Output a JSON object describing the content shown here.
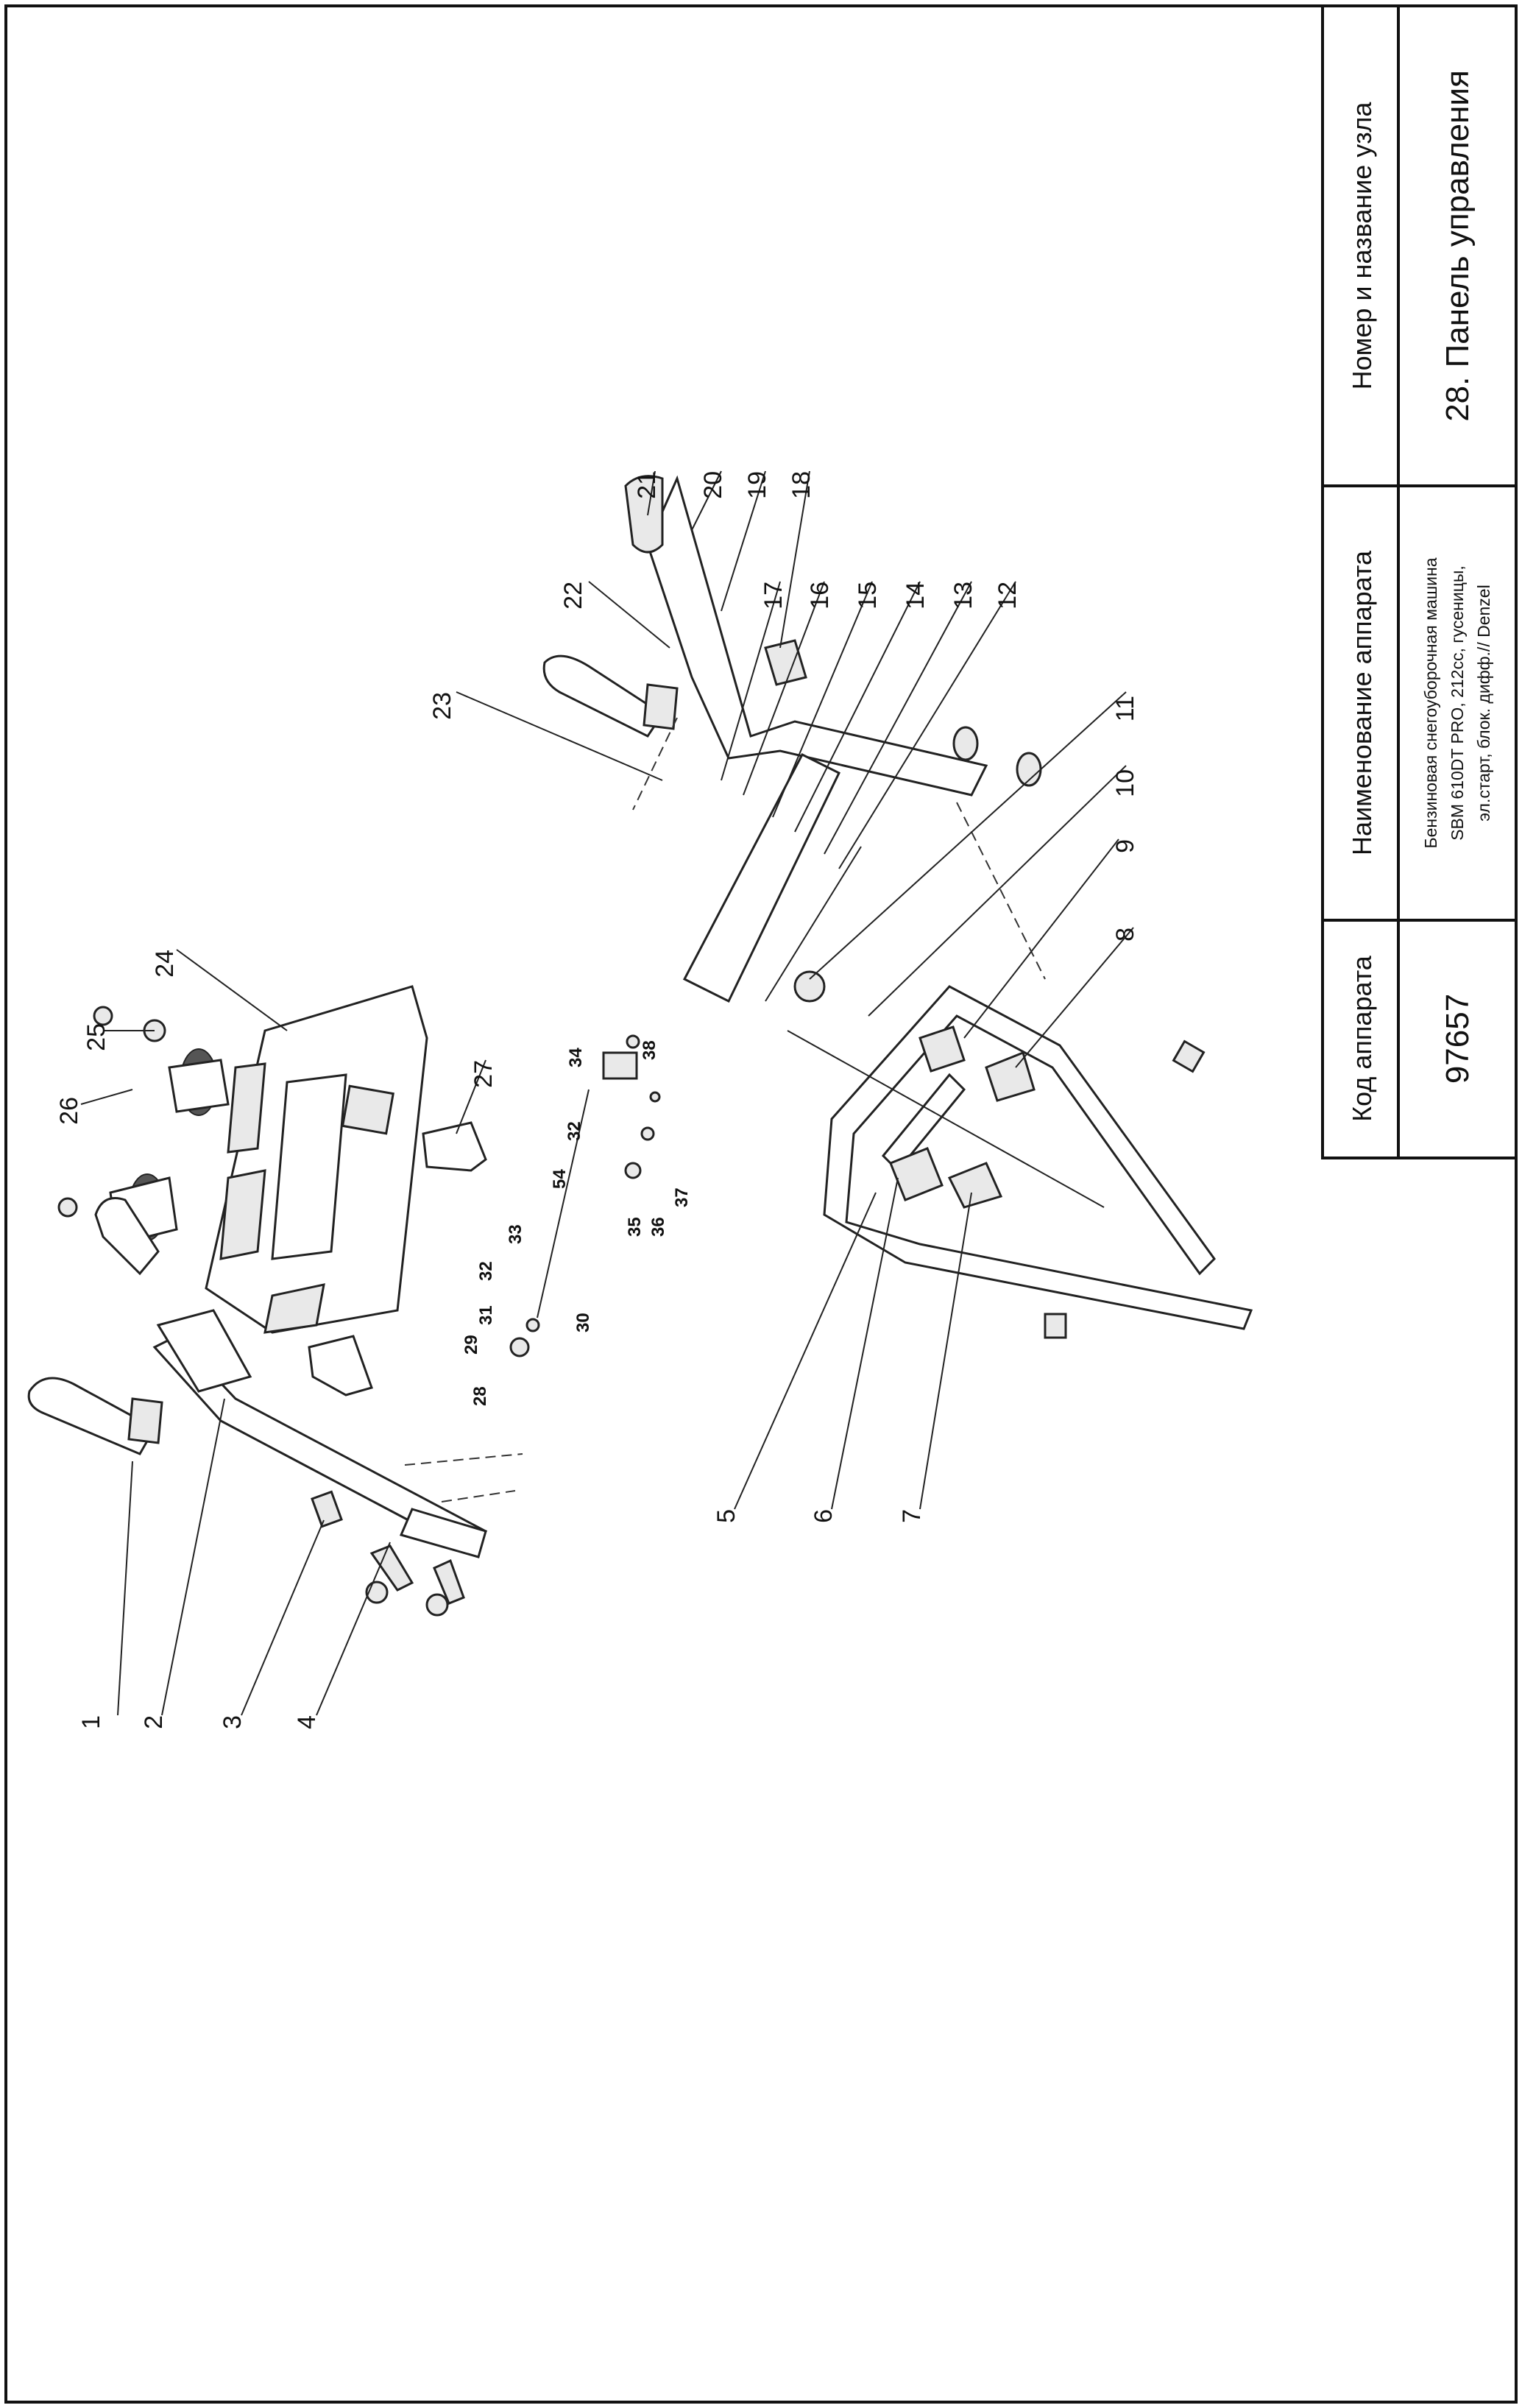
{
  "title_block": {
    "code_header": "Код аппарата",
    "code_value": "97657",
    "device_header": "Наименование аппарата",
    "device_lines": [
      "Бензиновая снегоуборочная машина",
      "SBM 610DT PRO, 212cc, гусеницы,",
      "эл.старт, блок. дифф.// Denzel"
    ],
    "unit_header": "Номер и название узла",
    "unit_value": "28. Панель управления"
  },
  "callouts": [
    {
      "id": "c1",
      "text": "1"
    },
    {
      "id": "c2",
      "text": "2"
    },
    {
      "id": "c3",
      "text": "3"
    },
    {
      "id": "c4",
      "text": "4"
    },
    {
      "id": "c5",
      "text": "5"
    },
    {
      "id": "c6",
      "text": "6"
    },
    {
      "id": "c7",
      "text": "7"
    },
    {
      "id": "c8",
      "text": "8"
    },
    {
      "id": "c9",
      "text": "9"
    },
    {
      "id": "c10",
      "text": "10"
    },
    {
      "id": "c11",
      "text": "11"
    },
    {
      "id": "c12",
      "text": "12"
    },
    {
      "id": "c13",
      "text": "13"
    },
    {
      "id": "c14",
      "text": "14"
    },
    {
      "id": "c15",
      "text": "15"
    },
    {
      "id": "c16",
      "text": "16"
    },
    {
      "id": "c17",
      "text": "17"
    },
    {
      "id": "c18",
      "text": "18"
    },
    {
      "id": "c19",
      "text": "19"
    },
    {
      "id": "c20",
      "text": "20"
    },
    {
      "id": "c21",
      "text": "21"
    },
    {
      "id": "c22",
      "text": "22"
    },
    {
      "id": "c23",
      "text": "23"
    },
    {
      "id": "c24",
      "text": "24"
    },
    {
      "id": "c25",
      "text": "25"
    },
    {
      "id": "c26",
      "text": "26"
    },
    {
      "id": "c27",
      "text": "27"
    }
  ],
  "small_callouts": [
    {
      "id": "s28",
      "text": "28"
    },
    {
      "id": "s29",
      "text": "29"
    },
    {
      "id": "s30",
      "text": "30"
    },
    {
      "id": "s31",
      "text": "31"
    },
    {
      "id": "s32a",
      "text": "32"
    },
    {
      "id": "s32b",
      "text": "32"
    },
    {
      "id": "s33",
      "text": "33"
    },
    {
      "id": "s34",
      "text": "34"
    },
    {
      "id": "s35",
      "text": "35"
    },
    {
      "id": "s36",
      "text": "36"
    },
    {
      "id": "s37",
      "text": "37"
    },
    {
      "id": "s38",
      "text": "38"
    },
    {
      "id": "s54",
      "text": "54"
    }
  ]
}
